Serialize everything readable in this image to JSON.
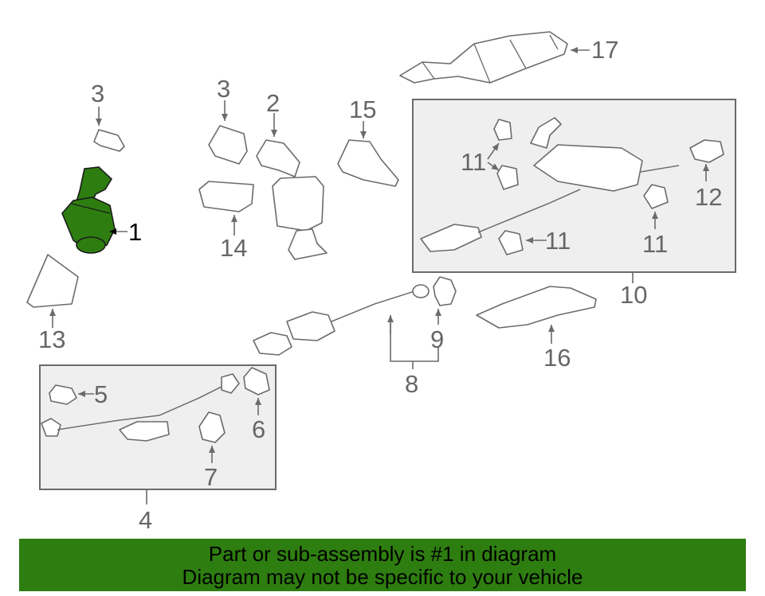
{
  "colors": {
    "highlight": "#2e7d10",
    "banner": "#2e7d10",
    "line": "#6b6b6b",
    "box_fill": "#efefef"
  },
  "callouts": {
    "c1": "1",
    "c2": "2",
    "c3a": "3",
    "c3b": "3",
    "c4": "4",
    "c5": "5",
    "c6": "6",
    "c7": "7",
    "c8": "8",
    "c9": "9",
    "c10": "10",
    "c11a": "11",
    "c11b": "11",
    "c11c": "11",
    "c12": "12",
    "c13": "13",
    "c14": "14",
    "c15": "15",
    "c16": "16",
    "c17": "17"
  },
  "banner": {
    "line1": "Part or sub-assembly is #1 in diagram",
    "line2": "Diagram may not be specific to your vehicle"
  }
}
